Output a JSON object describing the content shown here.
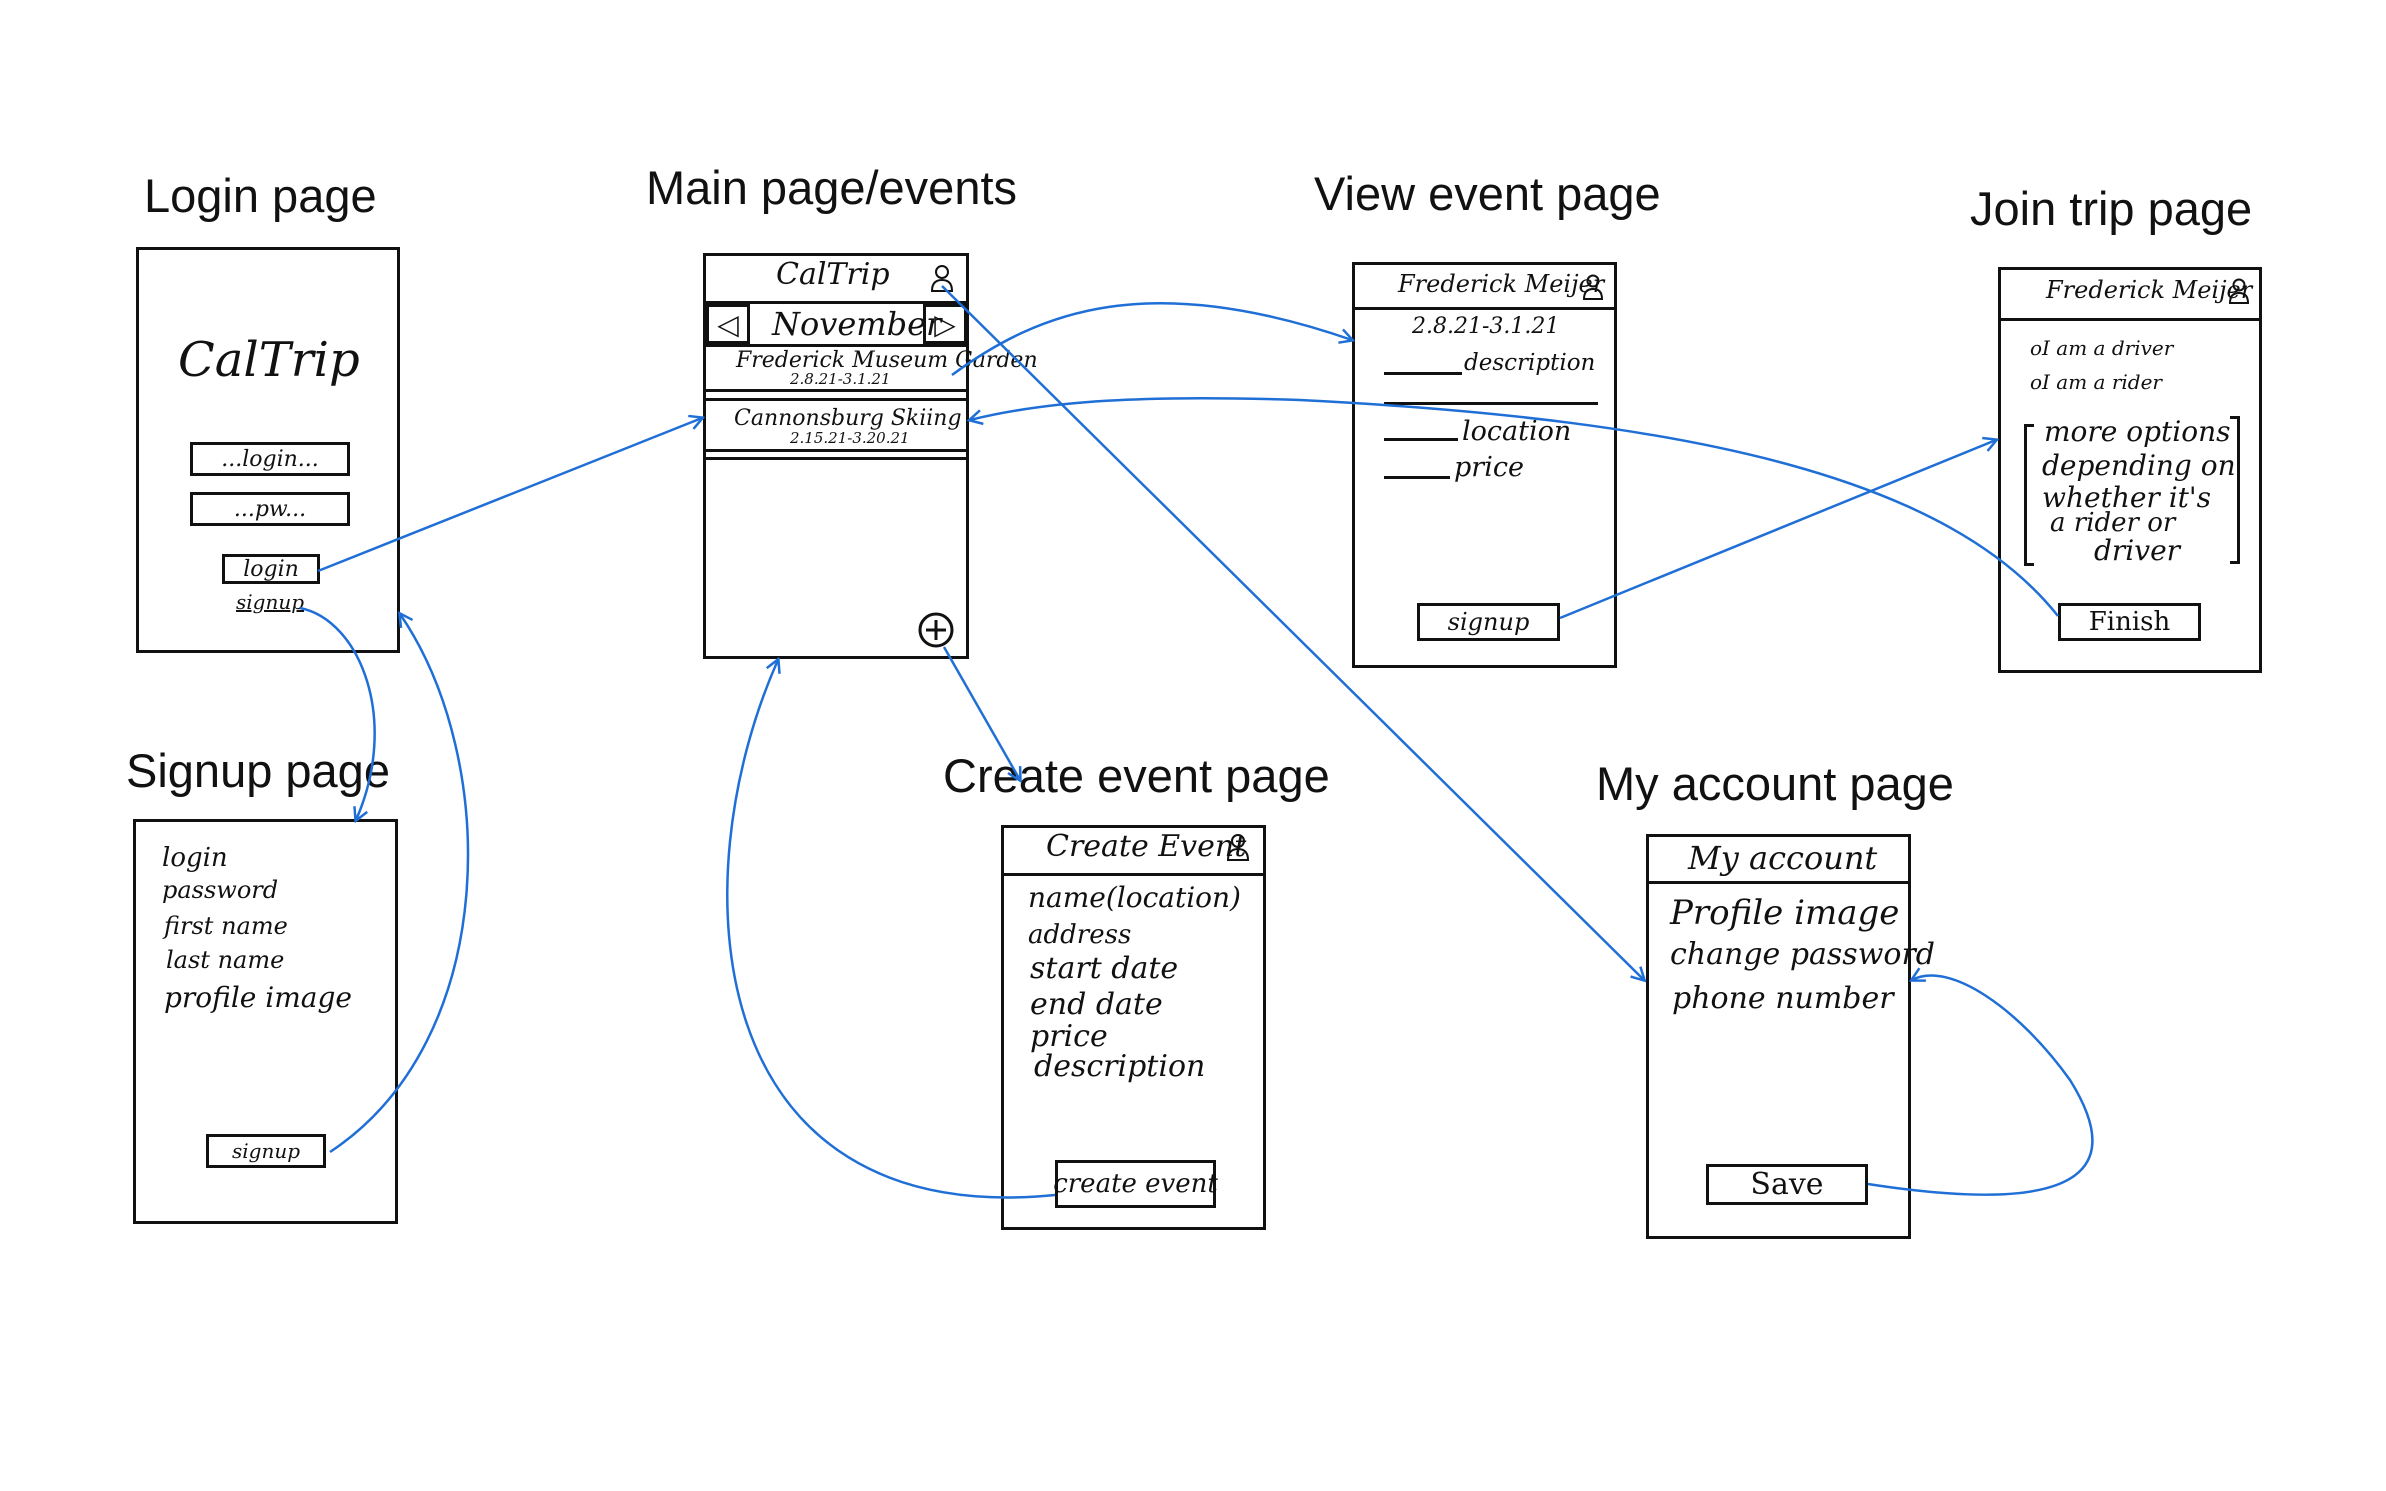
{
  "titles": {
    "login": "Login page",
    "main": "Main page/events",
    "view_event": "View event page",
    "join_trip": "Join trip page",
    "signup": "Signup page",
    "create_event": "Create event page",
    "my_account": "My account page"
  },
  "login_page": {
    "app_name": "CalTrip",
    "login_placeholder": "...login...",
    "pw_placeholder": "...pw...",
    "login_button": "login",
    "signup_link": "signup"
  },
  "main_page": {
    "header": "CalTrip",
    "month": "November",
    "prev_arrow": "◁",
    "next_arrow": "▷",
    "events": [
      {
        "name": "Frederick Museum Garden",
        "dates": "2.8.21-3.1.21"
      },
      {
        "name": "Cannonsburg Skiing",
        "dates": "2.15.21-3.20.21"
      }
    ],
    "add_button": "+"
  },
  "view_event_page": {
    "header": "Frederick Meijer",
    "dates": "2.8.21-3.1.21",
    "fields": [
      "description",
      "",
      "location",
      "price"
    ],
    "signup_button": "signup"
  },
  "join_trip_page": {
    "header": "Frederick Meijer",
    "options": [
      "oI am a driver",
      "oI am a rider"
    ],
    "more_options": [
      "more options",
      "depending on",
      "whether it's",
      "a rider or",
      "driver"
    ],
    "finish_button": "Finish"
  },
  "signup_page": {
    "fields": [
      "login",
      "password",
      "first name",
      "last name",
      "profile image"
    ],
    "signup_button": "signup"
  },
  "create_event_page": {
    "header": "Create Event",
    "fields": [
      "name(location)",
      "address",
      "start date",
      "end date",
      "price",
      "description"
    ],
    "create_button": "create event"
  },
  "my_account_page": {
    "header": "My account",
    "fields": [
      "Profile image",
      "change password",
      "phone number"
    ],
    "save_button": "Save"
  },
  "colors": {
    "ink": "#111111",
    "arrow": "#1f6fd6"
  },
  "icons": [
    "user-icon",
    "plus-circle-icon",
    "left-triangle-icon",
    "right-triangle-icon"
  ]
}
